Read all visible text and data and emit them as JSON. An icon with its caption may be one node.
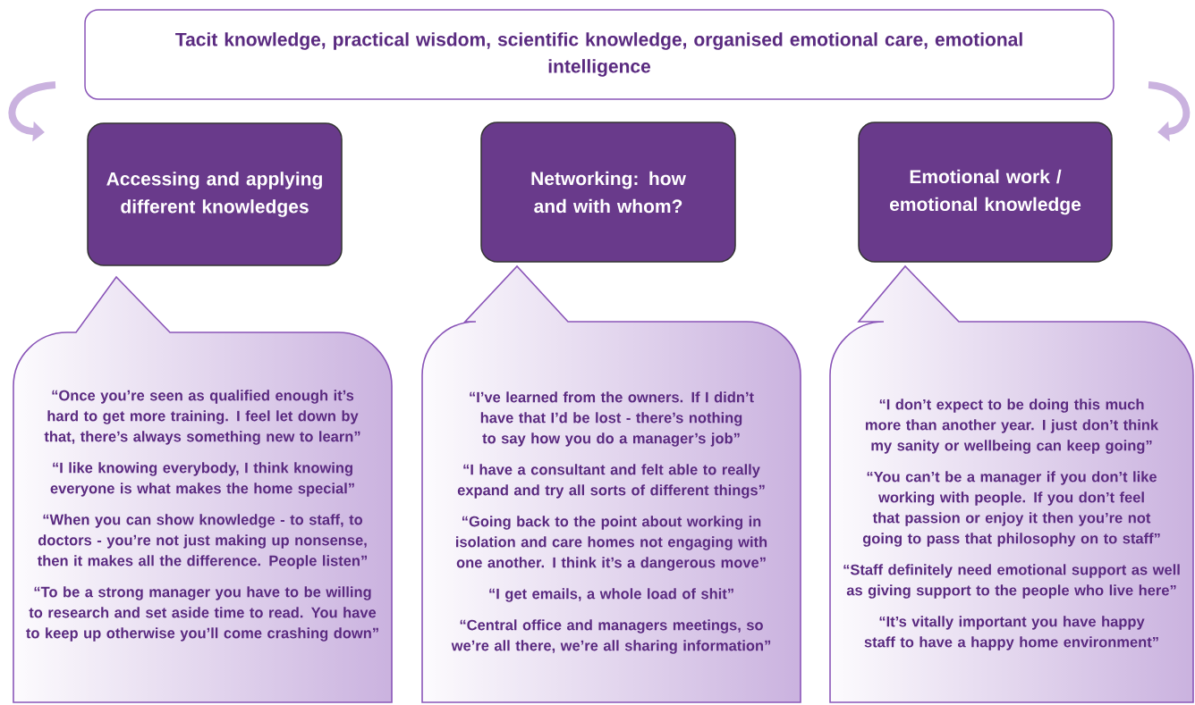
{
  "diagram": {
    "nodes": [
      {
        "text": [
          "Tacit knowledge, practical wisdom, scientific knowledge, organised emotional care, emotional intelligence"
        ]
      },
      {
        "text": [
          "Accessing and applying different knowledges"
        ]
      },
      {
        "text": [
          "Networking: how and with whom?"
        ]
      },
      {
        "text": [
          "Emotional work / emotional knowledge"
        ]
      },
      {
        "text": [
          "“Once you’re seen as qualified enough it’s hard to get more training. I feel let down by that, there’s always something new to learn”",
          "“I like knowing everybody, I think knowing everyone is what makes the home special”",
          "“When you can show knowledge - to staff, to doctors - you’re not just making up nonsense, then it makes all the difference. People listen”",
          "“To be a strong manager you have to be willing to research and set aside time to read. You have to keep up otherwise you’ll come crashing down”"
        ]
      },
      {
        "text": [
          "“I’ve learned from the owners. If I didn’t have that I’d be lost - there’s nothing to say how you do a manager’s job”",
          "“I have a consultant and felt able to really expand and try all sorts of different things”",
          "“Going back to the point about working in isolation and care homes not engaging with one another. I think it’s a dangerous move”",
          "“I get emails, a whole load of shit”",
          "“Central office and managers meetings, so we’re all there, we’re all sharing information”"
        ]
      },
      {
        "text": [
          "“I don’t expect to be doing this much more than another year. I just don’t think my sanity or wellbeing can keep going”",
          "“You can’t be a manager if you don’t like working with people. If you don’t feel that passion or enjoy it then you’re not going to pass that philosophy on to staff”",
          "“Staff definitely need emotional support as well as giving support to the people who live here”",
          "“It’s vitally important you have happy staff to have a happy home environment”"
        ]
      }
    ]
  }
}
